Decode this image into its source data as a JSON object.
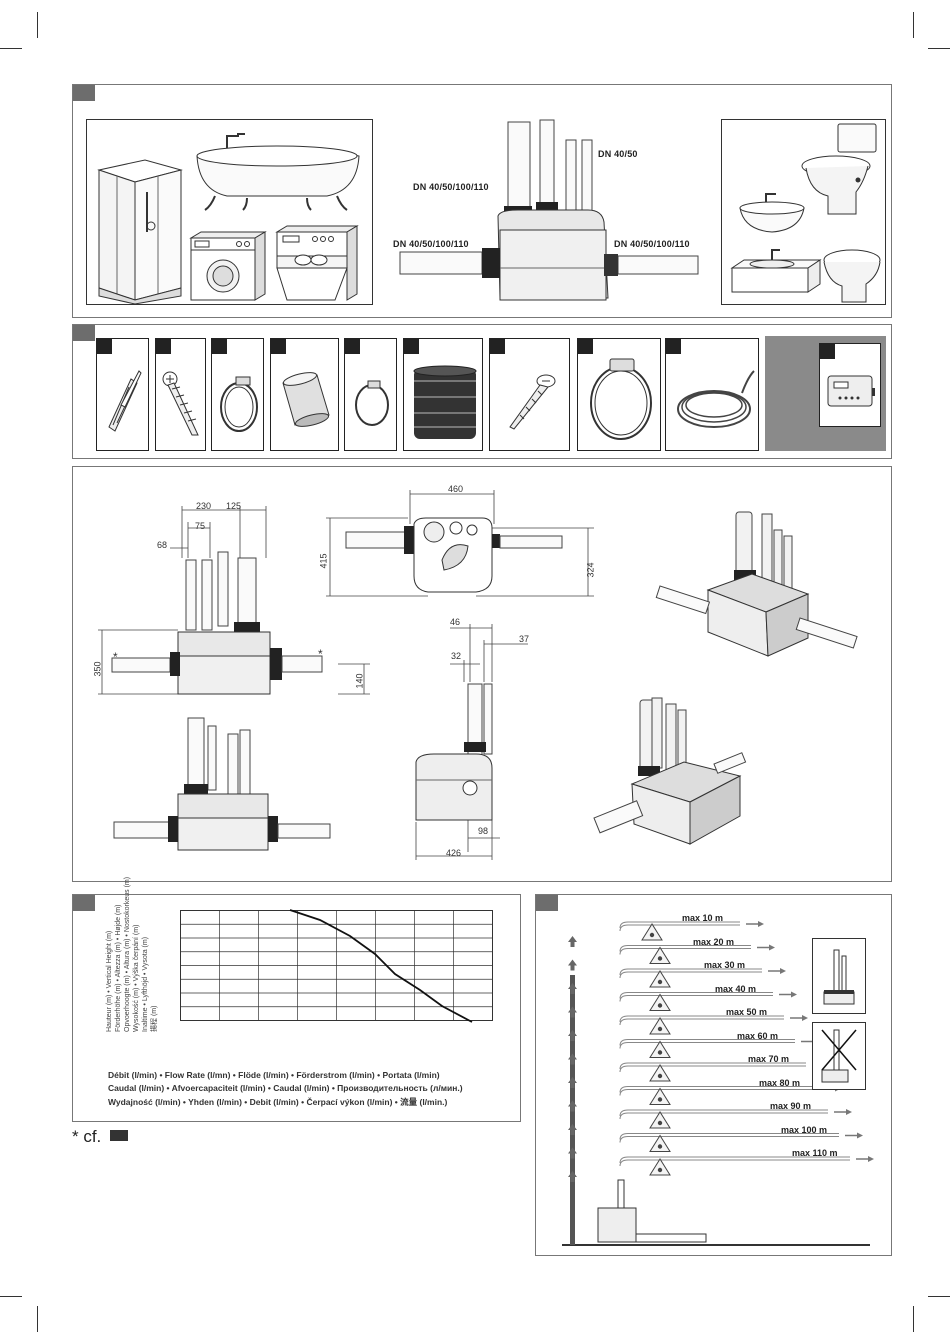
{
  "pipe_labels": {
    "top_right": "DN 40/50",
    "top_left": "DN 40/50/100/110",
    "left": "DN 40/50/100/110",
    "right": "DN 40/50/100/110"
  },
  "dimensions": {
    "d230": "230",
    "d125": "125",
    "d75": "75",
    "d68": "68",
    "d350": "350",
    "d140": "140",
    "d460": "460",
    "d415": "415",
    "d324": "324",
    "d46": "46",
    "d37": "37",
    "d32": "32",
    "d98": "98",
    "d426": "426",
    "star": "*"
  },
  "curve": {
    "vertical_labels": [
      "Hauteur (m) • Vertical Height (m)",
      "Förderhöhe (m) • Altezza (m) • Højde (m)",
      "Opvoerhoogte (m) • Altura (m) • Nostokorkeus (m)",
      "Wysokość (m) • Výška čerpání (m)",
      "Inaltime • Lyfthöjd • Vysota (m)",
      "揚程 (m)"
    ],
    "flow_lines": [
      "Débit (l/min) • Flow Rate (l/mn) •  Flöde (l/min) • Förderstrom (l/min) • Portata (l/min)",
      "Caudal (l/min) • Afvoercapaciteit (l/min) • Caudal (l/min) • Производительность (л/мин.)",
      "Wydajność (l/min) • Yhden (l/min) • Debit (l/min) • Čerpací výkon (l/min) • 流量 (l/min.)"
    ],
    "note": "* cf."
  },
  "distances": [
    "max 10 m",
    "max 20 m",
    "max 30 m",
    "max 40 m",
    "max 50 m",
    "max 60 m",
    "max 70 m",
    "max 80 m",
    "max 90 m",
    "max 100 m",
    "max 110 m"
  ]
}
